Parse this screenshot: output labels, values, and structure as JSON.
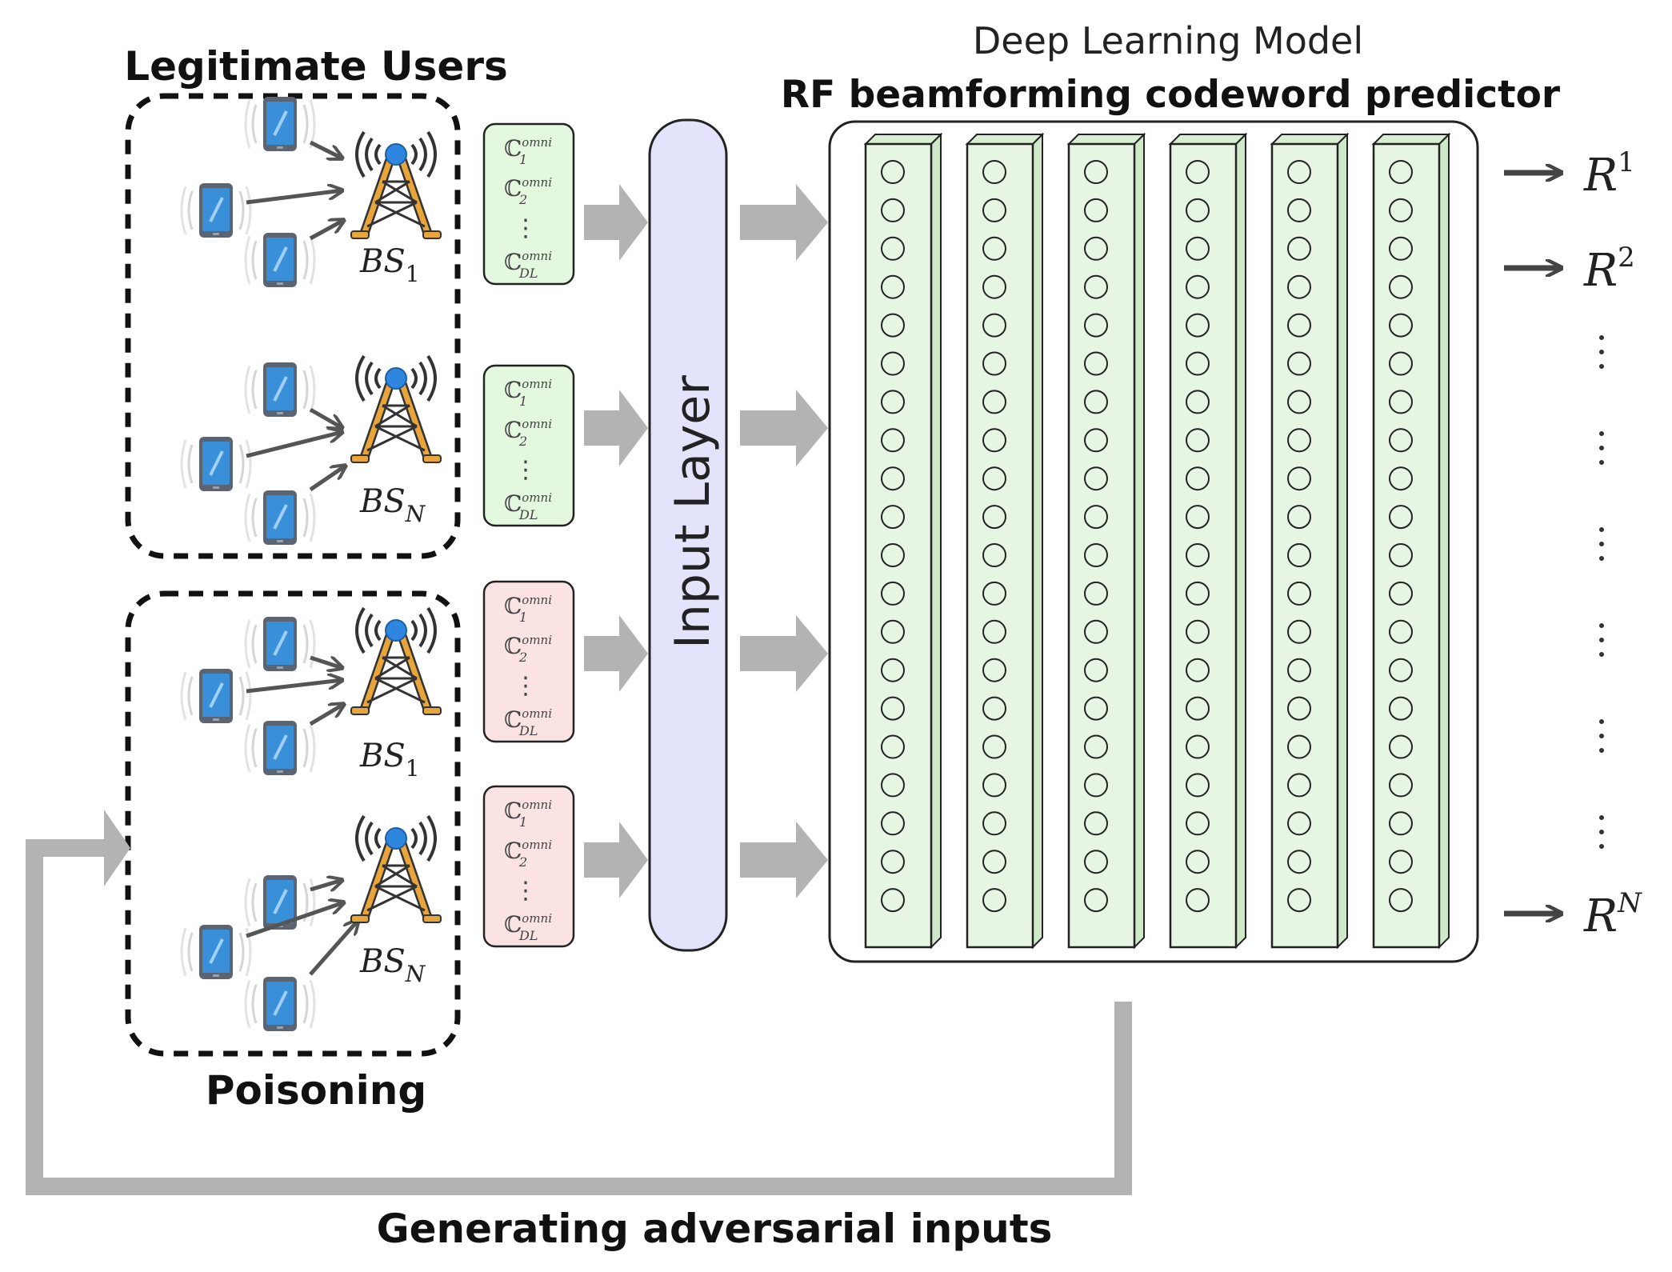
{
  "titles": {
    "legitimate": "Legitimate Users",
    "poisoning": "Poisoning",
    "model": "Deep Learning Model",
    "predictor": "RF beamforming codeword predictor",
    "feedback": "Generating adversarial inputs",
    "input_layer": "Input Layer"
  },
  "base_stations": [
    {
      "base": "BS",
      "sub": "1"
    },
    {
      "base": "BS",
      "sub": "N"
    },
    {
      "base": "BS",
      "sub": "1"
    },
    {
      "base": "BS",
      "sub": "N"
    }
  ],
  "codeword": {
    "symbol": "ℂ",
    "sup": "omni",
    "subs": [
      "1",
      "2",
      "DL"
    ],
    "dots": "⋮"
  },
  "outputs": [
    {
      "base": "R",
      "sup": "1"
    },
    {
      "base": "R",
      "sup": "2"
    },
    {
      "base": "R",
      "sup": "N"
    }
  ],
  "colors": {
    "legit_fill": "#e3f8df",
    "poison_fill": "#fbe3e3",
    "input_layer_fill": "#e3e3fb",
    "layer_fill": "#e6f6e3",
    "arrow_gray": "#b3b3b3",
    "tower_orange": "#e8a53c",
    "tower_blue": "#2e86de",
    "phone_blue": "#3a8fd9"
  },
  "network": {
    "hidden_layers": 6,
    "neurons_per_layer": 20
  }
}
